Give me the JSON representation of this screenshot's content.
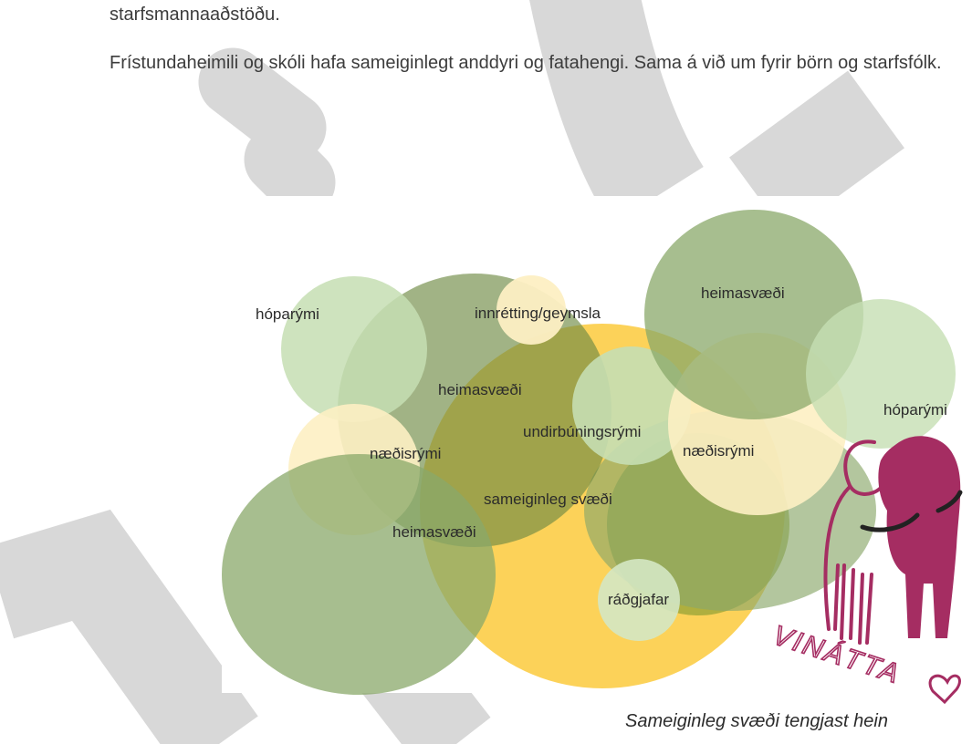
{
  "paragraphs": {
    "p1": "starfsmannaaðstöðu.",
    "p2": "Frístundaheimili og skóli hafa sameiginlegt anddyri og fatahengi. Sama á við um fyrir börn og starfsfólk."
  },
  "diagram": {
    "labels": {
      "hoparymi_left": "hóparými",
      "innretting": "innrétting/geymsla",
      "heimasvaedi_top": "heimasvæði",
      "heimasvaedi_mid": "heimasvæði",
      "hoparymi_right": "hóparými",
      "undirbuningsrymi": "undirbúningsrými",
      "naedisrymi_left": "næðisrými",
      "naedisrymi_right": "næðisrými",
      "sameiginleg": "sameiginleg svæði",
      "heimasvaedi_bottom": "heimasvæði",
      "radgjafar": "ráðgjafar"
    },
    "illustration_text": "VINÁTTA"
  },
  "caption": "Sameiginleg svæði tengjast hein",
  "colors": {
    "watermark": "#d6d6d6",
    "green_dark": "#8aa86a",
    "green_light": "#c5deb3",
    "cream": "#fdefc3",
    "yellow": "#fcca3c",
    "olive": "#a8a83a",
    "magenta": "#b1306e"
  }
}
